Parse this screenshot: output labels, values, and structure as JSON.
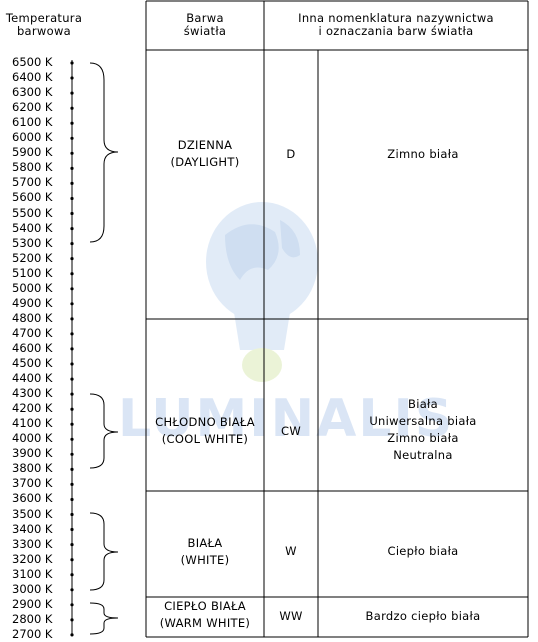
{
  "header": {
    "temp_line1": "Temperatura",
    "temp_line2": "barwowa",
    "barwa_line1": "Barwa",
    "barwa_line2": "światła",
    "inna_line1": "Inna nomenklatura nazywnictwa",
    "inna_line2": "i oznaczania barw światła"
  },
  "temperatures": [
    "6500 K",
    "6400 K",
    "6300 K",
    "6200 K",
    "6100 K",
    "6000 K",
    "5900 K",
    "5800 K",
    "5700 K",
    "5600 K",
    "5500 K",
    "5400 K",
    "5300 K",
    "5200 K",
    "5100 K",
    "5000 K",
    "4900 K",
    "4800 K",
    "4700 K",
    "4600 K",
    "4500 K",
    "4400 K",
    "4300 K",
    "4200 K",
    "4100 K",
    "4000 K",
    "3900 K",
    "3800 K",
    "3700 K",
    "3600 K",
    "3500 K",
    "3400 K",
    "3300 K",
    "3200 K",
    "3100 K",
    "3000 K",
    "2900 K",
    "2800 K",
    "2700 K"
  ],
  "rows": [
    {
      "name_line1": "DZIENNA",
      "name_line2": "(DAYLIGHT)",
      "code": "D",
      "other": [
        "Zimno biała"
      ]
    },
    {
      "name_line1": "CHŁODNO BIAŁA",
      "name_line2": "(COOL WHITE)",
      "code": "CW",
      "other": [
        "Biała",
        "Uniwersalna biała",
        "Zimno biała",
        "Neutralna"
      ]
    },
    {
      "name_line1": "BIAŁA",
      "name_line2": "(WHITE)",
      "code": "W",
      "other": [
        "Ciepło biała"
      ]
    },
    {
      "name_line1": "CIEPŁO BIAŁA",
      "name_line2": "(WARM WHITE)",
      "code": "WW",
      "other": [
        "Bardzo ciepło biała"
      ]
    }
  ],
  "watermark": {
    "text": "LUMINALIS",
    "color": "#9fb8e0",
    "bulb_glass_color": "#c9dcf2",
    "bulb_base_color": "#dcebb8",
    "icon": "light-bulb-globe-icon"
  }
}
